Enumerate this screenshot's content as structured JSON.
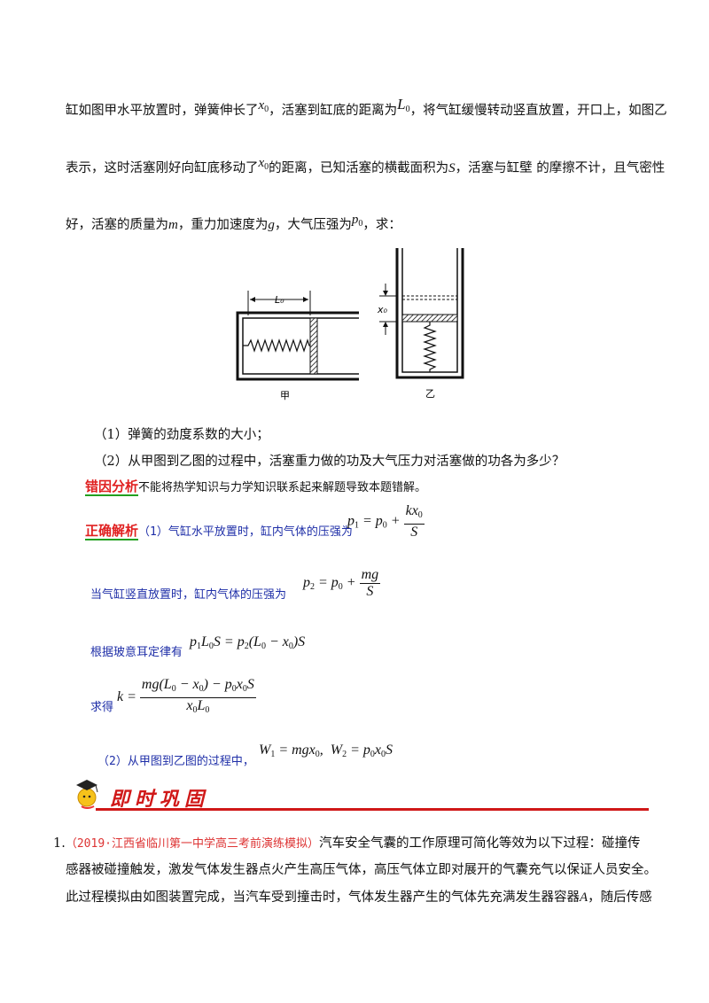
{
  "intro": {
    "line1_a": "缸如图甲水平放置时，弹簧伸长了",
    "line1_b": "，活塞到缸底的距离为",
    "line1_c": "，将气缸缓慢转动竖直放置，开口上，如图乙",
    "line2_a": "表示，这时活塞刚好向缸底移动了",
    "line2_b": "的距离，已知活塞的横截面积为",
    "line2_c": "，活塞与缸壁 的摩擦不计，且气密性",
    "line3_a": "好，活塞的质量为",
    "line3_b": "，重力加速度为",
    "line3_c": "，大气压强为",
    "line3_d": "，求："
  },
  "figure": {
    "label_left": "甲",
    "label_right": "乙",
    "dim_L": "L₀",
    "dim_x": "x₀"
  },
  "questions": {
    "q1": "（1）弹簧的劲度系数的大小；",
    "q2": "（2）从甲图到乙图的过程中，活塞重力做的功及大气压力对活塞做的功各为多少？"
  },
  "error_analysis": {
    "tag": "错因分析",
    "text": "不能将热学知识与力学知识联系起来解题导致本题错解。"
  },
  "solution": {
    "tag": "正确解析",
    "s1": "（1）气缸水平放置时，缸内气体的压强为",
    "s2": "当气缸竖直放置时，缸内气体的压强为",
    "s3": "根据玻意耳定律有",
    "s4": "求得",
    "s5": "（2）从甲图到乙图的过程中，"
  },
  "consolidate": {
    "title": "即时巩固"
  },
  "problem1": {
    "num": "1.",
    "source": "（2019·江西省临川第一中学高三考前演练模拟）",
    "l1": "汽车安全气囊的工作原理可简化等效为以下过程：碰撞传",
    "l2": "感器被碰撞触发，激发气体发生器点火产生高压气体，高压气体立即对展开的气囊充气以保证人员安全。",
    "l3": "此过程模拟由如图装置完成，当汽车受到撞击时，气体发生器产生的气体先充满发生器容器",
    "l3_b": "，随后传感"
  },
  "vars": {
    "x0": "x",
    "L0": "L",
    "S": "S",
    "m": "m",
    "g": "g",
    "p0": "p",
    "A": "A",
    "zero": "0"
  }
}
